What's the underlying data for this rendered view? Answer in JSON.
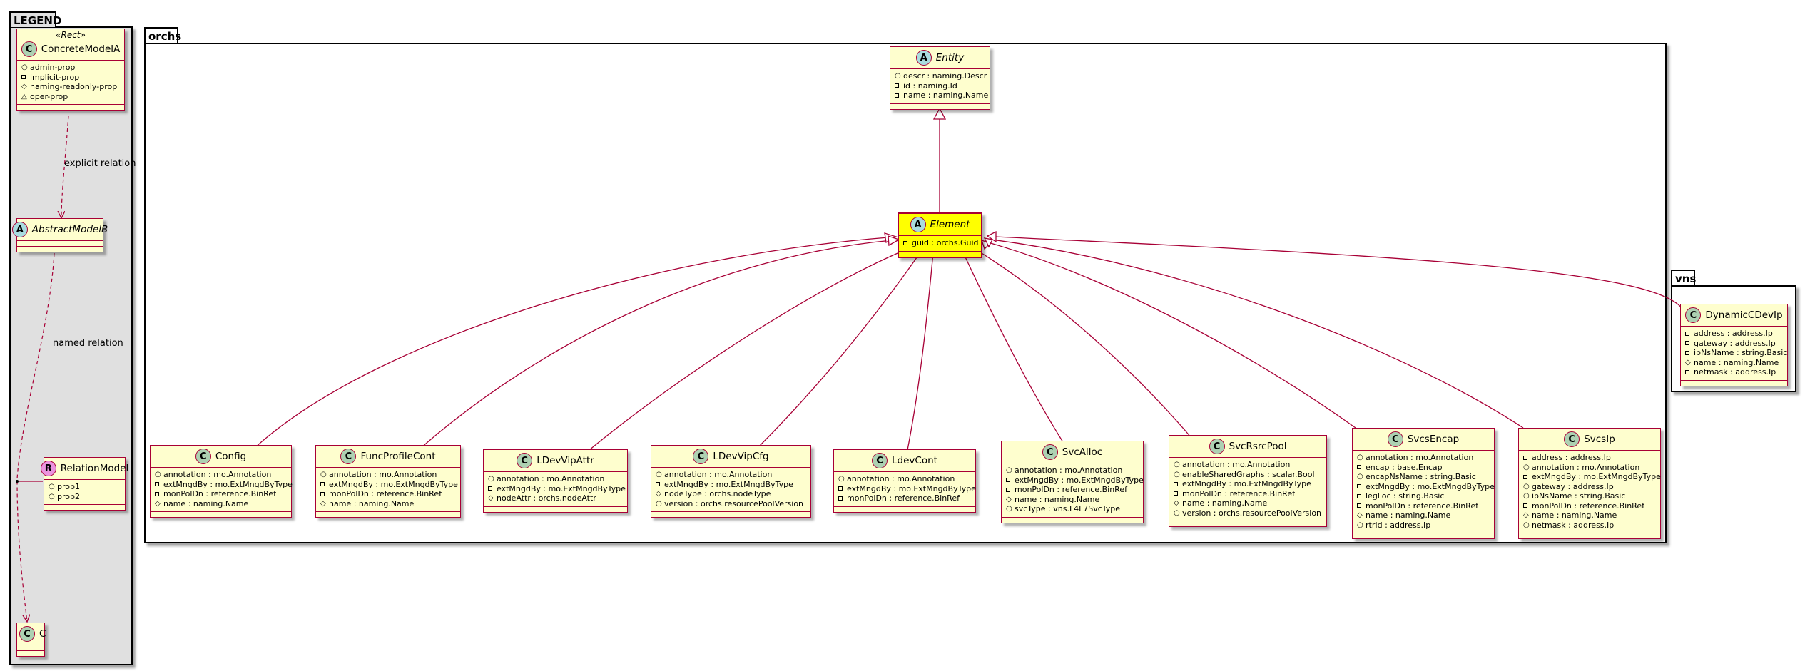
{
  "colors": {
    "border": "#a80036",
    "class_fill": "#fefece",
    "highlight_fill": "#ffff00",
    "legend_fill": "#e0e0e0"
  },
  "legend": {
    "title": "LEGEND",
    "concrete": {
      "stereotype": "«Rect»",
      "icon": "C",
      "name": "ConcreteModelA",
      "attrs": [
        {
          "vis": "+",
          "text": "admin-prop"
        },
        {
          "vis": "-",
          "text": "implicit-prop"
        },
        {
          "vis": "#",
          "text": "naming-readonly-prop"
        },
        {
          "vis": "~",
          "text": "oper-prop"
        }
      ]
    },
    "abstract": {
      "icon": "A",
      "name": "AbstractModelB"
    },
    "relation": {
      "icon": "R",
      "name": "RelationModel",
      "attrs": [
        {
          "vis": "+",
          "text": "prop1"
        },
        {
          "vis": "+",
          "text": "prop2"
        }
      ]
    },
    "c": {
      "icon": "C",
      "name": "C"
    },
    "explicit_label": "explicit relation",
    "named_label": "named relation"
  },
  "orchs": {
    "title": "orchs",
    "entity": {
      "icon": "A",
      "name": "Entity",
      "attrs": [
        {
          "vis": "+",
          "text": "descr : naming.Descr"
        },
        {
          "vis": "-",
          "text": "id : naming.Id"
        },
        {
          "vis": "-",
          "text": "name : naming.Name"
        }
      ]
    },
    "element": {
      "icon": "A",
      "name": "Element",
      "attrs": [
        {
          "vis": "-",
          "text": "guid : orchs.Guid"
        }
      ]
    },
    "classes": [
      {
        "name": "Config",
        "attrs": [
          {
            "vis": "+",
            "text": "annotation : mo.Annotation"
          },
          {
            "vis": "-",
            "text": "extMngdBy : mo.ExtMngdByType"
          },
          {
            "vis": "-",
            "text": "monPolDn : reference.BinRef"
          },
          {
            "vis": "#",
            "text": "name : naming.Name"
          }
        ]
      },
      {
        "name": "FuncProfileCont",
        "attrs": [
          {
            "vis": "+",
            "text": "annotation : mo.Annotation"
          },
          {
            "vis": "-",
            "text": "extMngdBy : mo.ExtMngdByType"
          },
          {
            "vis": "-",
            "text": "monPolDn : reference.BinRef"
          },
          {
            "vis": "#",
            "text": "name : naming.Name"
          }
        ]
      },
      {
        "name": "LDevVipAttr",
        "attrs": [
          {
            "vis": "+",
            "text": "annotation : mo.Annotation"
          },
          {
            "vis": "-",
            "text": "extMngdBy : mo.ExtMngdByType"
          },
          {
            "vis": "#",
            "text": "nodeAttr : orchs.nodeAttr"
          }
        ]
      },
      {
        "name": "LDevVipCfg",
        "attrs": [
          {
            "vis": "+",
            "text": "annotation : mo.Annotation"
          },
          {
            "vis": "-",
            "text": "extMngdBy : mo.ExtMngdByType"
          },
          {
            "vis": "#",
            "text": "nodeType : orchs.nodeType"
          },
          {
            "vis": "+",
            "text": "version : orchs.resourcePoolVersion"
          }
        ]
      },
      {
        "name": "LdevCont",
        "attrs": [
          {
            "vis": "+",
            "text": "annotation : mo.Annotation"
          },
          {
            "vis": "-",
            "text": "extMngdBy : mo.ExtMngdByType"
          },
          {
            "vis": "-",
            "text": "monPolDn : reference.BinRef"
          }
        ]
      },
      {
        "name": "SvcAlloc",
        "attrs": [
          {
            "vis": "+",
            "text": "annotation : mo.Annotation"
          },
          {
            "vis": "-",
            "text": "extMngdBy : mo.ExtMngdByType"
          },
          {
            "vis": "-",
            "text": "monPolDn : reference.BinRef"
          },
          {
            "vis": "#",
            "text": "name : naming.Name"
          },
          {
            "vis": "+",
            "text": "svcType : vns.L4L7SvcType"
          }
        ]
      },
      {
        "name": "SvcRsrcPool",
        "attrs": [
          {
            "vis": "+",
            "text": "annotation : mo.Annotation"
          },
          {
            "vis": "+",
            "text": "enableSharedGraphs : scalar.Bool"
          },
          {
            "vis": "-",
            "text": "extMngdBy : mo.ExtMngdByType"
          },
          {
            "vis": "-",
            "text": "monPolDn : reference.BinRef"
          },
          {
            "vis": "#",
            "text": "name : naming.Name"
          },
          {
            "vis": "+",
            "text": "version : orchs.resourcePoolVersion"
          }
        ]
      },
      {
        "name": "SvcsEncap",
        "attrs": [
          {
            "vis": "+",
            "text": "annotation : mo.Annotation"
          },
          {
            "vis": "-",
            "text": "encap : base.Encap"
          },
          {
            "vis": "+",
            "text": "encapNsName : string.Basic"
          },
          {
            "vis": "-",
            "text": "extMngdBy : mo.ExtMngdByType"
          },
          {
            "vis": "-",
            "text": "legLoc : string.Basic"
          },
          {
            "vis": "-",
            "text": "monPolDn : reference.BinRef"
          },
          {
            "vis": "#",
            "text": "name : naming.Name"
          },
          {
            "vis": "+",
            "text": "rtrId : address.Ip"
          }
        ]
      },
      {
        "name": "SvcsIp",
        "attrs": [
          {
            "vis": "-",
            "text": "address : address.Ip"
          },
          {
            "vis": "+",
            "text": "annotation : mo.Annotation"
          },
          {
            "vis": "-",
            "text": "extMngdBy : mo.ExtMngdByType"
          },
          {
            "vis": "+",
            "text": "gateway : address.Ip"
          },
          {
            "vis": "+",
            "text": "ipNsName : string.Basic"
          },
          {
            "vis": "-",
            "text": "monPolDn : reference.BinRef"
          },
          {
            "vis": "#",
            "text": "name : naming.Name"
          },
          {
            "vis": "+",
            "text": "netmask : address.Ip"
          }
        ]
      }
    ]
  },
  "vns": {
    "title": "vns",
    "cls": {
      "name": "DynamicCDevIp",
      "attrs": [
        {
          "vis": "-",
          "text": "address : address.Ip"
        },
        {
          "vis": "-",
          "text": "gateway : address.Ip"
        },
        {
          "vis": "-",
          "text": "ipNsName : string.Basic"
        },
        {
          "vis": "#",
          "text": "name : naming.Name"
        },
        {
          "vis": "-",
          "text": "netmask : address.Ip"
        }
      ]
    }
  }
}
